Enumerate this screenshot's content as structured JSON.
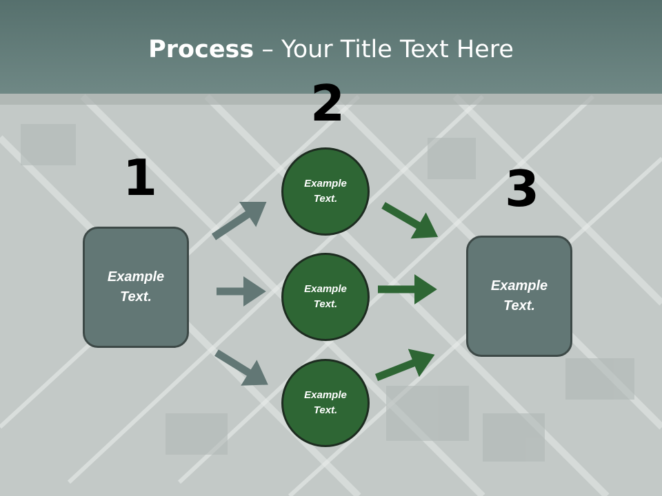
{
  "title": {
    "bold": "Process",
    "rest": " – Your Title Text Here"
  },
  "steps": [
    {
      "number": "1",
      "text": "Example\nText."
    },
    {
      "number": "2",
      "items": [
        "Example\nText.",
        "Example\nText.",
        "Example\nText."
      ]
    },
    {
      "number": "3",
      "text": "Example\nText."
    }
  ],
  "colors": {
    "header": "#5f7976",
    "box": "#627775",
    "circle": "#2e6634",
    "arrow_gray": "#627775",
    "arrow_green": "#2e6634"
  }
}
